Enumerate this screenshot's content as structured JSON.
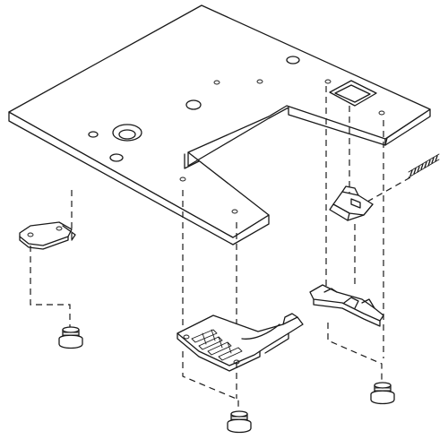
{
  "diagram": {
    "parts": [
      {
        "id": "needle-plate",
        "icon": "needle-plate"
      },
      {
        "id": "feed-cover-plate",
        "icon": "small-plate"
      },
      {
        "id": "slide-button",
        "icon": "slide-button"
      },
      {
        "id": "compression-spring",
        "icon": "coil-spring"
      },
      {
        "id": "slide-holder",
        "icon": "slide-holder"
      },
      {
        "id": "needle-plate-base",
        "icon": "bracket-plate"
      },
      {
        "id": "screw",
        "icon": "screw"
      }
    ],
    "screw_count": 3,
    "hidden_assembly_lines": "dashed"
  }
}
